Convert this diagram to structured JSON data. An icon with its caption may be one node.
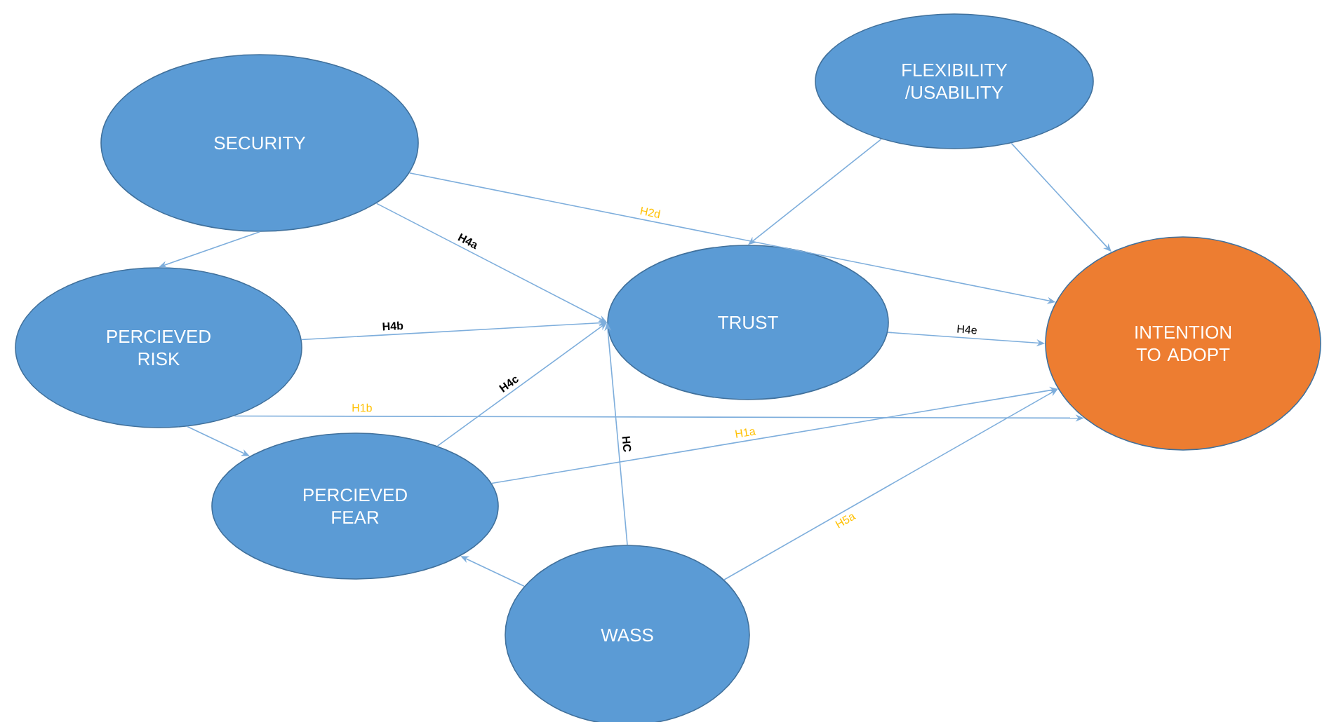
{
  "diagram": {
    "nodes": [
      {
        "text": [
          "SECURITY"
        ]
      },
      {
        "text": [
          "FLEXIBILITY /USABILITY"
        ]
      },
      {
        "text": [
          "PERCIEVED RISK"
        ]
      },
      {
        "text": [
          "TRUST"
        ]
      },
      {
        "text": [
          "INTENTION TO ADOPT"
        ]
      },
      {
        "text": [
          "PERCIEVED FEAR"
        ]
      },
      {
        "text": [
          "WASS"
        ]
      }
    ],
    "edges": [
      {
        "from": 0,
        "to": 2,
        "arrow": "to"
      },
      {
        "from": 0,
        "to": 3,
        "arrow": "to",
        "label": "H4a"
      },
      {
        "from": 0,
        "to": 4,
        "arrow": "to",
        "label": "H2d"
      },
      {
        "from": 1,
        "to": 3,
        "arrow": "to"
      },
      {
        "from": 1,
        "to": 4,
        "arrow": "to"
      },
      {
        "from": 2,
        "to": 3,
        "arrow": "to",
        "label": "H4b"
      },
      {
        "from": 2,
        "to": 4,
        "arrow": "to",
        "label": "H1b"
      },
      {
        "from": 2,
        "to": 5,
        "arrow": "to"
      },
      {
        "from": 5,
        "to": 3,
        "arrow": "to",
        "label": "H4c"
      },
      {
        "from": 6,
        "to": 3,
        "arrow": "to",
        "label": "HC"
      },
      {
        "from": 3,
        "to": 4,
        "arrow": "to",
        "label": "H4e"
      },
      {
        "from": 5,
        "to": 4,
        "arrow": "to",
        "label": "H1a"
      },
      {
        "from": 6,
        "to": 5,
        "arrow": "to"
      },
      {
        "from": 6,
        "to": 4,
        "arrow": "to",
        "label": "H5a"
      }
    ]
  }
}
